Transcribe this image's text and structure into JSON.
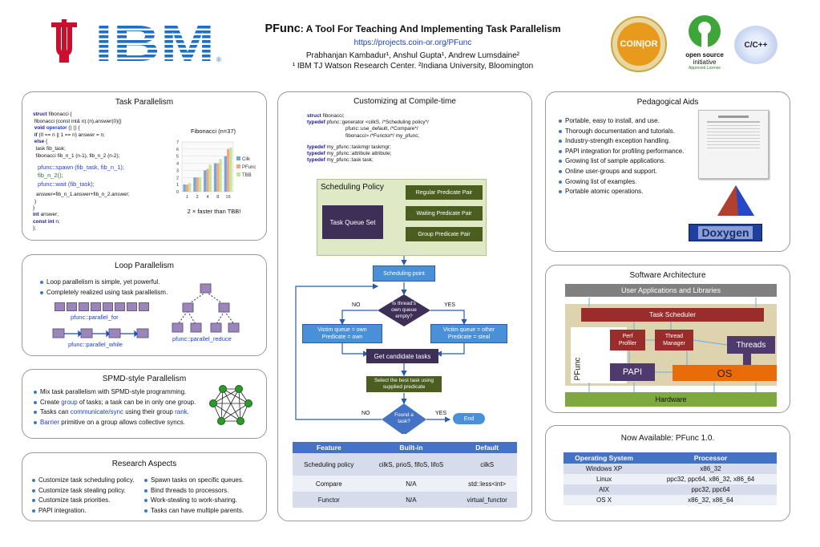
{
  "header": {
    "title_prefix": "PFunc",
    "title_rest": ": A Tool For Teaching  And Implementing Task Parallelism",
    "url": "https://projects.coin-or.org/PFunc",
    "authors": "Prabhanjan Kambadur¹, Anshul Gupta¹, Andrew Lumsdaine²",
    "affiliations": "¹ IBM TJ Watson Research Center. ²Indiana University, Bloomington",
    "ibm_logo": "IBM",
    "coin_logo": "COIN|OR",
    "osi_line1": "open source",
    "osi_line2": "initiative",
    "osi_line3": "Approved License",
    "cpp_logo": "C/C++"
  },
  "task_parallelism": {
    "title": "Task Parallelism",
    "code": [
      [
        "kw",
        "struct",
        " fibonacci {"
      ],
      [
        "",
        "fibonacci (const int& n):(n),answer(0){}",
        ""
      ],
      [
        "kw",
        "void operator",
        "() () {"
      ],
      [
        "",
        "if (0 == n || 1 == n) answer = n;",
        ""
      ],
      [
        "kw",
        "else",
        " {"
      ],
      [
        "",
        "task fib_task;",
        ""
      ],
      [
        "",
        "fibonacci fib_n_1 (n-1), fib_n_2 (n-2);",
        ""
      ]
    ],
    "code_spawn": "pfunc::spawn (fib_task, fib_n_1);",
    "code_fib2": "fib_n_2();",
    "code_wait": "pfunc::wait (fib_task);",
    "code_answer": "answer=fib_n_1.answer+fib_n_2.answer;",
    "code_close1": "}",
    "code_close2": "}",
    "code_int": "int answer;",
    "code_const": "const int n;",
    "code_end": "};",
    "chart_caption": "2 ×  faster than TBB!"
  },
  "chart_data": {
    "type": "bar",
    "title": "Fibonacci (n=37)",
    "categories": [
      "1",
      "2",
      "4",
      "8",
      "16"
    ],
    "ylim": [
      0,
      7
    ],
    "yticks": [
      "0",
      "1",
      "2",
      "3",
      "4",
      "5",
      "6",
      "7"
    ],
    "series": [
      {
        "name": "Cilk",
        "color": "#6fa8dc",
        "values": [
          1,
          2,
          3,
          4,
          5
        ]
      },
      {
        "name": "PFunc",
        "color": "#f4a582",
        "values": [
          1,
          2,
          3.2,
          4,
          6
        ]
      },
      {
        "name": "TBB",
        "color": "#c5e59a",
        "values": [
          1.2,
          2,
          3.8,
          4.6,
          6.2
        ]
      }
    ],
    "legend": "right",
    "grid": true
  },
  "loop": {
    "title": "Loop Parallelism",
    "bullets": [
      "Loop parallelism is simple, yet powerful.",
      "Completely realized using  task parallelism."
    ],
    "label_for": "pfunc::parallel_for",
    "label_while": "pfunc::parallel_while",
    "label_reduce": "pfunc::parallel_reduce"
  },
  "spmd": {
    "title": "SPMD-style Parallelism",
    "b1": "Mix task parallelism with SPMD-style programming.",
    "b2a": "Create ",
    "b2b": "group",
    "b2c": " of tasks; a task can be in only one group.",
    "b3a": "Tasks can ",
    "b3b": "communicate/sync",
    "b3c": " using their group ",
    "b3d": "rank",
    "b3e": ".",
    "b4a": "Barrier",
    "b4b": " primitive on a group allows collective syncs."
  },
  "research": {
    "title": "Research Aspects",
    "left": [
      "Customize task scheduling policy.",
      "Customize task stealing policy.",
      "Customize task priorities.",
      "PAPI integration."
    ],
    "right": [
      "Spawn tasks on specific queues.",
      "Bind threads to processors.",
      "Work-stealing to work-sharing.",
      "Tasks can have multiple parents."
    ]
  },
  "compile": {
    "title": "Customizing at Compile-time",
    "code1": "fibonacci;",
    "code2a": " pfunc::generator <cilkS, /*Scheduling policy*/",
    "code3": "pfunc::use_default, /*Compare*/",
    "code4": "fibonacci> /*Functor*/ my_pfunc;",
    "code5": " my_pfunc::taskmgr taskmgr;",
    "code6": " my_pfunc::attribute attribute;",
    "code7": " my_pfunc::task task;",
    "kw_struct": "struct",
    "kw_typedef": "typedef",
    "sched_title": "Scheduling Policy",
    "task_queue": "Task Queue Set",
    "pred1": "Regular Predicate Pair",
    "pred2": "Waiting Predicate Pair",
    "pred3": "Group Predicate Pair",
    "sched_point": "Scheduling point",
    "decision1": "Is thread's own queue empty?",
    "no1": "NO",
    "yes1": "YES",
    "victim_own": "Victim queue = own\nPredicate = own",
    "victim_other": "Victim queue = other\nPredicate = steal",
    "get_candidates": "Get candidate tasks",
    "select_best": "Select the best task using supplied predicate",
    "found_task": "Found a task?",
    "no2": "NO",
    "yes2": "YES",
    "end": "End",
    "table_headers": [
      "Feature",
      "Built-in",
      "Default"
    ],
    "table_rows": [
      [
        "Scheduling policy",
        "cilkS, prioS, fifoS, lifoS",
        "cilkS"
      ],
      [
        "Compare",
        "N/A",
        "std::less<int>"
      ],
      [
        "Functor",
        "N/A",
        "virtual_functor"
      ]
    ]
  },
  "pedagogical": {
    "title": "Pedagogical Aids",
    "bullets": [
      "Portable, easy to install, and use.",
      "Thorough documentation and tutorials.",
      "Industry-strength exception handling.",
      "PAPI integration for profiling performance.",
      "Growing list of sample applications.",
      "Online user-groups and support.",
      "Growing list of examples.",
      "Portable atomic operations."
    ],
    "doxygen": "Doxygen"
  },
  "software": {
    "title": "Software Architecture",
    "user_apps": "User Applications and Libraries",
    "scheduler": "Task Scheduler",
    "perf": "Perf\nProfiler",
    "thread_mgr": "Thread\nManager",
    "threads": "Threads",
    "pfunc": "PFunc",
    "papi": "PAPI",
    "os": "OS",
    "hardware": "Hardware"
  },
  "available": {
    "title": "Now Available: PFunc 1.0.",
    "headers": [
      "Operating System",
      "Processor"
    ],
    "rows": [
      [
        "Windows XP",
        "x86_32"
      ],
      [
        "Linux",
        "ppc32, ppc64, x86_32, x86_64"
      ],
      [
        "AIX",
        "ppc32, ppc64"
      ],
      [
        "OS X",
        "x86_32, x86_64"
      ]
    ]
  }
}
